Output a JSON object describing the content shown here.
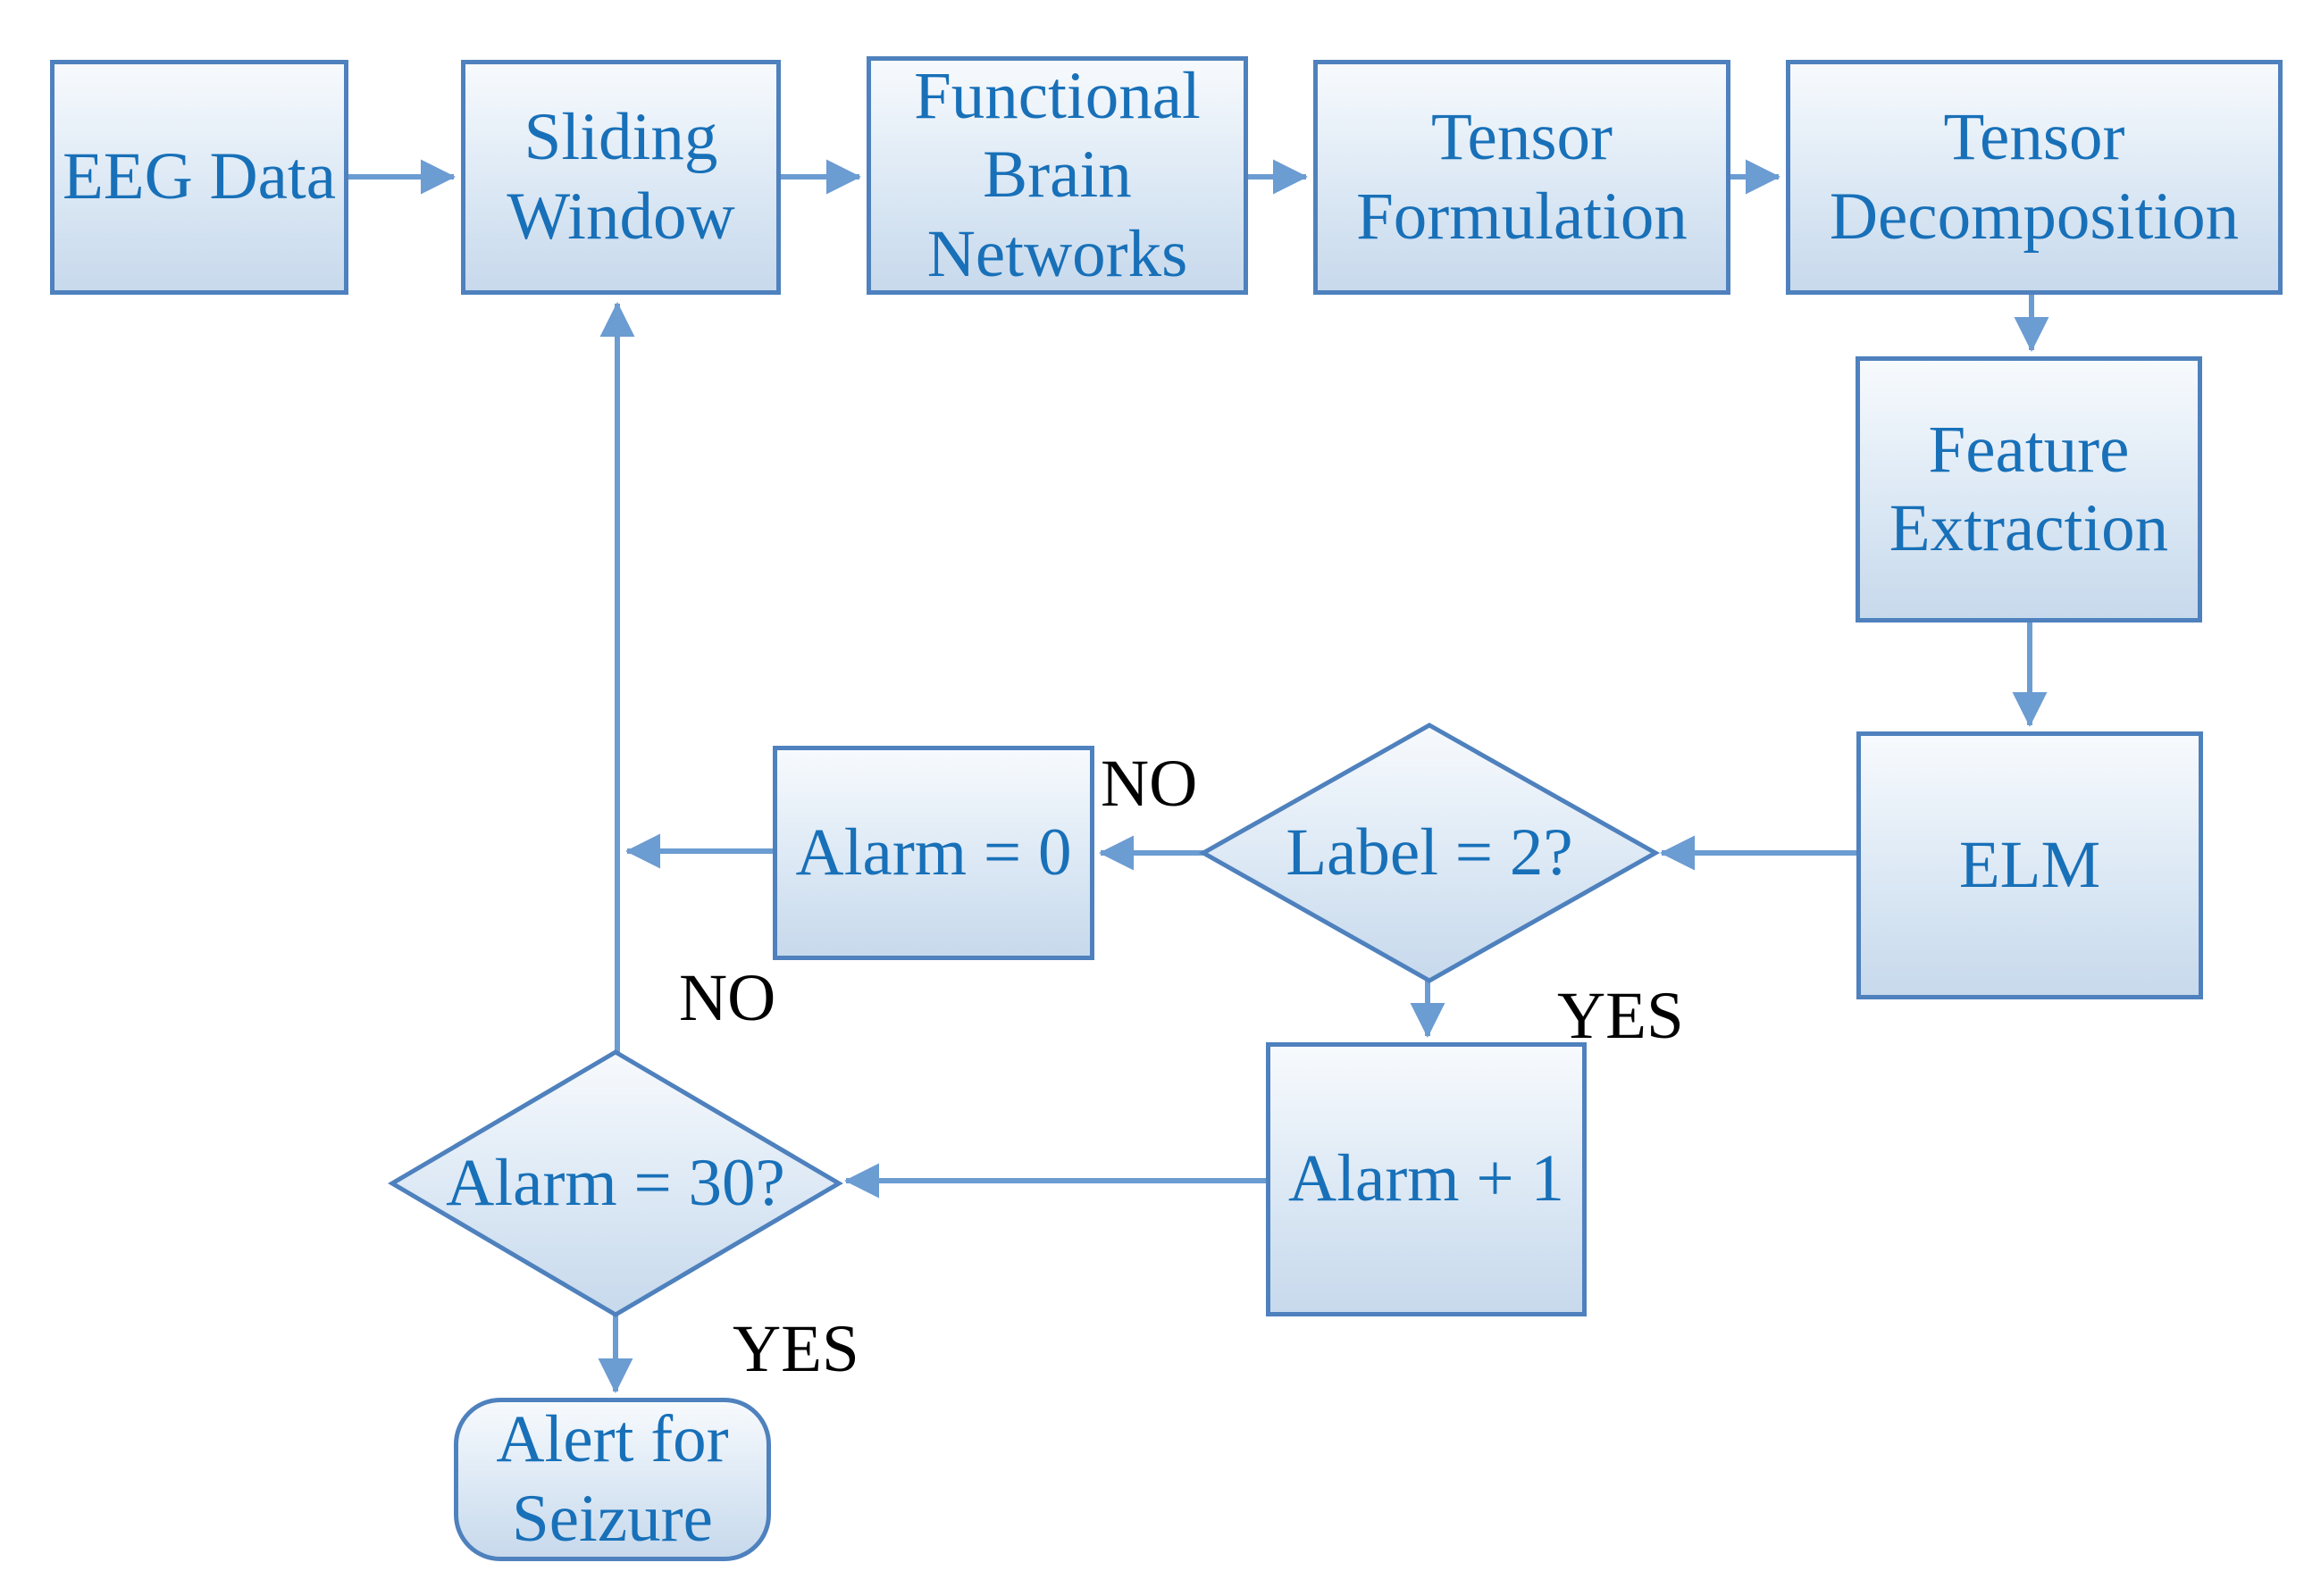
{
  "nodes": {
    "eeg": {
      "label": "EEG Data"
    },
    "sliding_window": {
      "label": "Sliding\nWindow"
    },
    "functional_brain_networks": {
      "label": "Functional\nBrain\nNetworks"
    },
    "tensor_formulation": {
      "label": "Tensor\nFormulation"
    },
    "tensor_decomposition": {
      "label": "Tensor\nDecomposition"
    },
    "feature_extraction": {
      "label": "Feature\nExtraction"
    },
    "elm": {
      "label": "ELM"
    },
    "alarm_reset": {
      "label": "Alarm = 0"
    },
    "label_check": {
      "label": "Label = 2?"
    },
    "alarm_increment": {
      "label": "Alarm + 1"
    },
    "alarm_check": {
      "label": "Alarm = 30?"
    },
    "alert_seizure": {
      "label": "Alert for\nSeizure"
    }
  },
  "edge_labels": {
    "label_check_no": "NO",
    "label_check_yes": "YES",
    "alarm_check_no": "NO",
    "alarm_check_yes": "YES"
  },
  "colors": {
    "node_border": "#4e81bd",
    "connector": "#6b9cd2",
    "node_text": "#1870b8",
    "edge_label_text": "#000000",
    "node_fill_top": "#f7fafd",
    "node_fill_mid": "#dde9f5",
    "node_fill_bottom": "#c7d9ec"
  }
}
